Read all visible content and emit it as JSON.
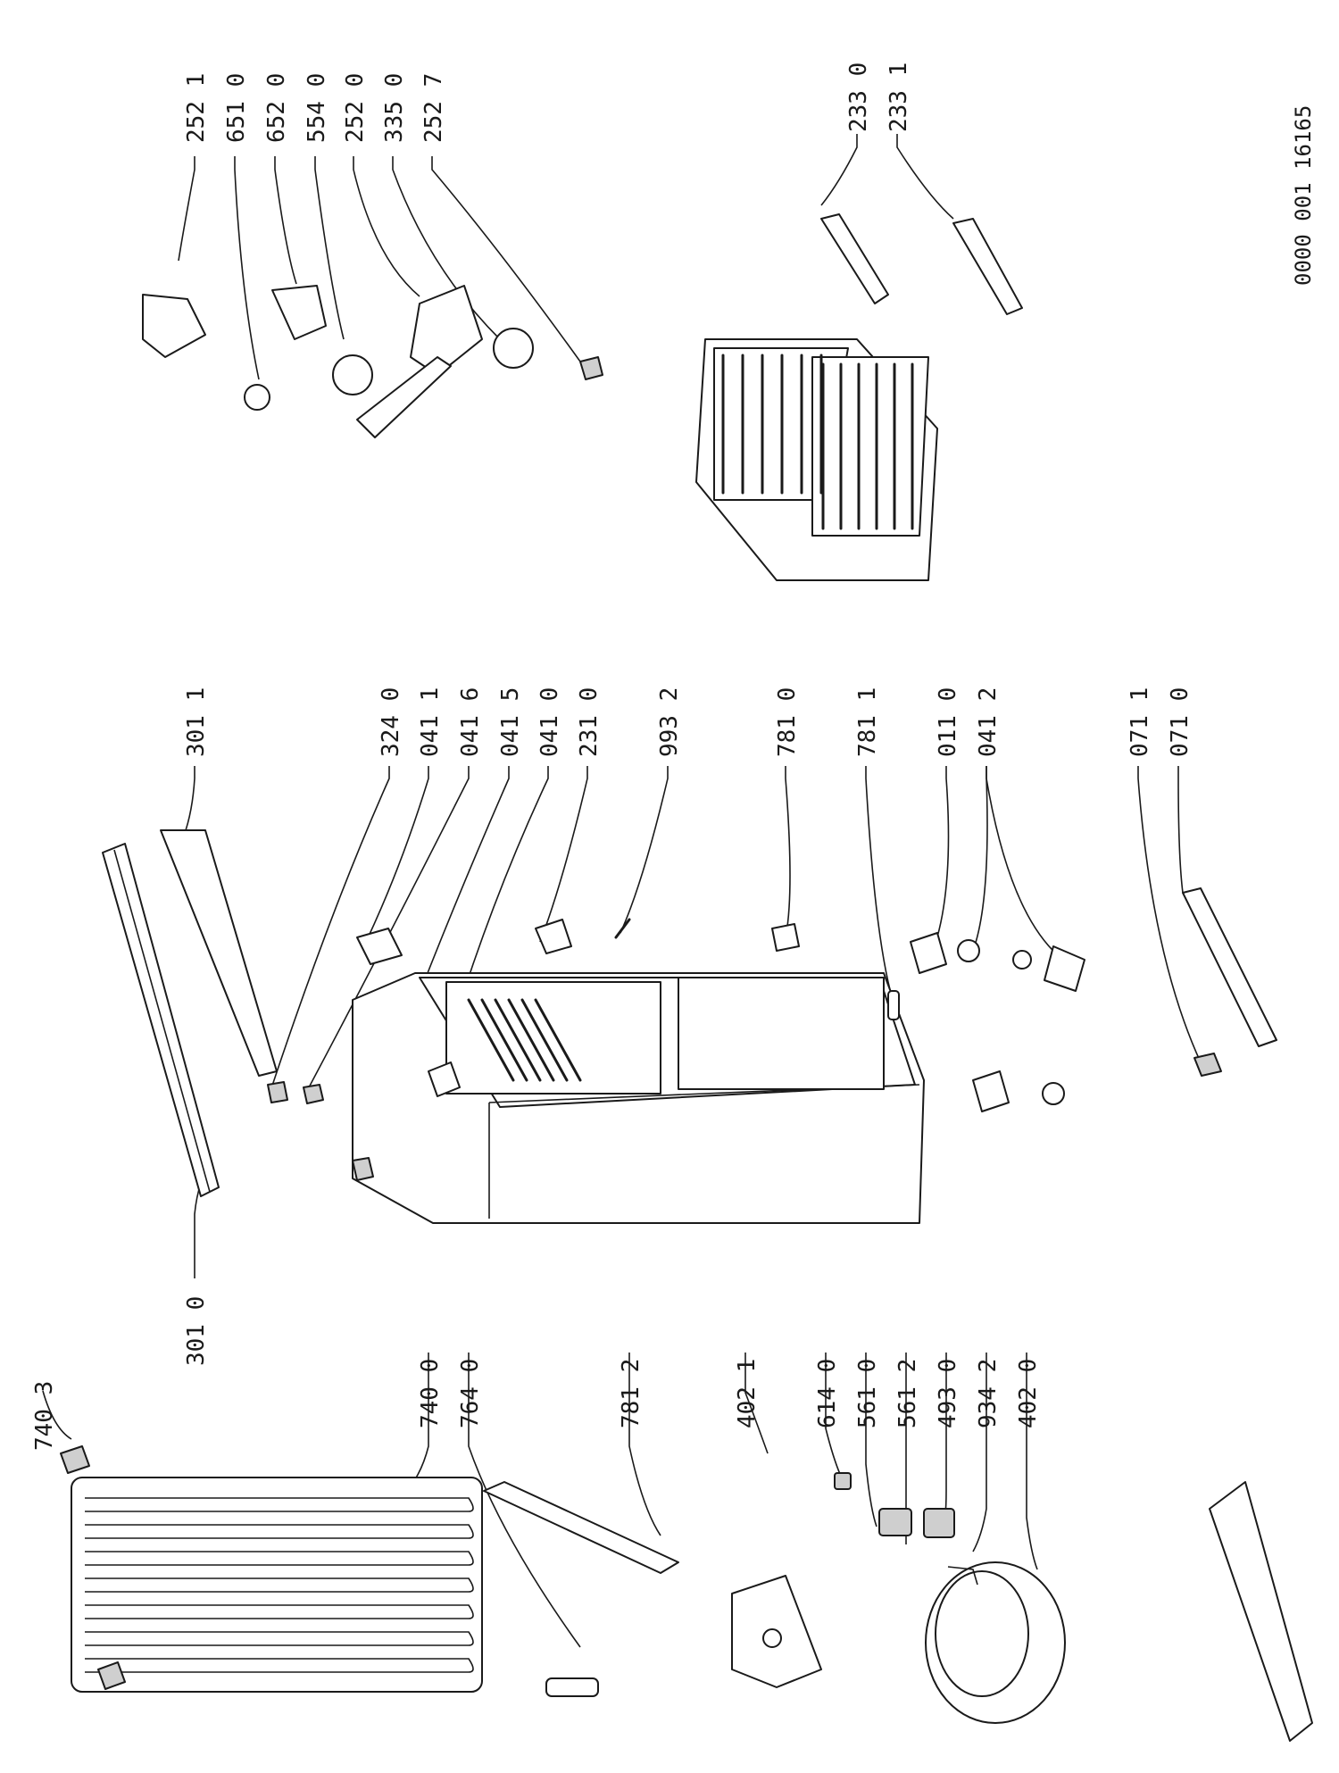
{
  "document_number": "0000 001 16165",
  "labels": [
    {
      "id": "l2521",
      "text": "252 1"
    },
    {
      "id": "l6510",
      "text": "651 0"
    },
    {
      "id": "l6520",
      "text": "652 0"
    },
    {
      "id": "l5540",
      "text": "554 0"
    },
    {
      "id": "l2520",
      "text": "252 0"
    },
    {
      "id": "l3350",
      "text": "335 0"
    },
    {
      "id": "l2527",
      "text": "252 7"
    },
    {
      "id": "l2330",
      "text": "233 0"
    },
    {
      "id": "l2331",
      "text": "233 1"
    },
    {
      "id": "l3011",
      "text": "301 1"
    },
    {
      "id": "l3240",
      "text": "324 0"
    },
    {
      "id": "l0411",
      "text": "041 1"
    },
    {
      "id": "l0416",
      "text": "041 6"
    },
    {
      "id": "l0415",
      "text": "041 5"
    },
    {
      "id": "l0410",
      "text": "041 0"
    },
    {
      "id": "l2310",
      "text": "231 0"
    },
    {
      "id": "l9932",
      "text": "993 2"
    },
    {
      "id": "l7810",
      "text": "781 0"
    },
    {
      "id": "l7811",
      "text": "781 1"
    },
    {
      "id": "l0110",
      "text": "011 0"
    },
    {
      "id": "l0412",
      "text": "041 2"
    },
    {
      "id": "l0711",
      "text": "071 1"
    },
    {
      "id": "l0710",
      "text": "071 0"
    },
    {
      "id": "l7403",
      "text": "740 3"
    },
    {
      "id": "l3010",
      "text": "301 0"
    },
    {
      "id": "l7400",
      "text": "740 0"
    },
    {
      "id": "l7640",
      "text": "764 0"
    },
    {
      "id": "l7812",
      "text": "781 2"
    },
    {
      "id": "l4021",
      "text": "402 1"
    },
    {
      "id": "l6140",
      "text": "614 0"
    },
    {
      "id": "l5610",
      "text": "561 0"
    },
    {
      "id": "l5612",
      "text": "561 2"
    },
    {
      "id": "l4930",
      "text": "493 0"
    },
    {
      "id": "l9342",
      "text": "934 2"
    },
    {
      "id": "l4020",
      "text": "402 0"
    }
  ]
}
